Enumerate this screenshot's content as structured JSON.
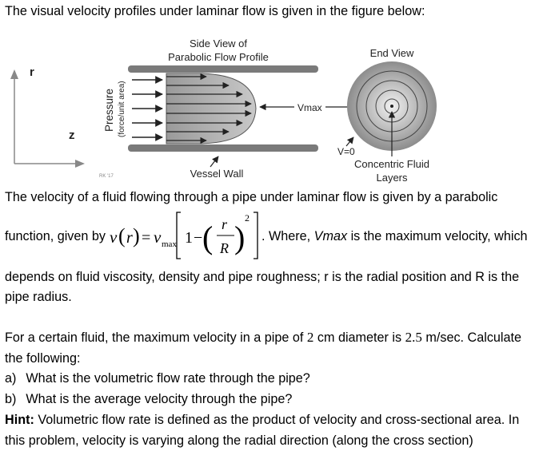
{
  "intro": "The visual velocity profiles under laminar flow is given in the figure below:",
  "figure": {
    "axis_r": "r",
    "axis_z": "z",
    "pressure_label": "Pressure",
    "pressure_units": "(force/unit area)",
    "side_view_title_1": "Side View of",
    "side_view_title_2": "Parabolic Flow Profile",
    "end_view_title": "End View",
    "vmax_label": "Vmax",
    "v0_label": "V=0",
    "concentric_label_1": "Concentric Fluid",
    "concentric_label_2": "Layers",
    "vessel_wall_label": "Vessel Wall",
    "signature": "RK '17"
  },
  "para1": {
    "line1": "The velocity of a fluid flowing through a pipe under laminar flow is given by a parabolic",
    "line2_prefix": "function, given by",
    "line2_where": ". Where,",
    "line2_vmax": "Vmax",
    "line2_rest": "is the maximum velocity, which",
    "line3": "depends on fluid viscosity, density and pipe roughness; r is the radial position and R is the",
    "line4": "pipe radius."
  },
  "formula": {
    "v": "v",
    "r": "r",
    "vmax_v": "v",
    "vmax_sub": "max",
    "one": "1",
    "minus": "−",
    "num": "r",
    "den": "R",
    "exp": "2",
    "eq": "="
  },
  "para2": {
    "line1_a": "For a certain fluid, the maximum velocity in a pipe of",
    "line1_b": "2",
    "line1_c": "cm diameter is",
    "line1_d": "2.5",
    "line1_e": "m/sec. Calculate",
    "line2": "the following:",
    "qa_label": "a)",
    "qa_text": "What is the volumetric flow rate through the pipe?",
    "qb_label": "b)",
    "qb_text": "What is the average velocity through the pipe?",
    "hint_label": "Hint:",
    "hint_text": "Volumetric flow rate is defined as the product of velocity and cross-sectional area. In",
    "hint_line2": "this problem, velocity is varying along the radial direction (along the cross section)"
  }
}
